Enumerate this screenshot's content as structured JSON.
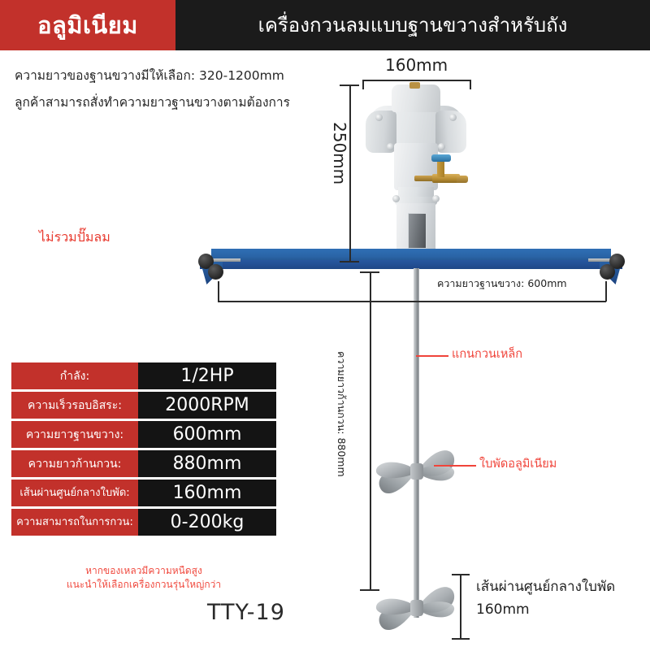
{
  "header": {
    "brand": "อลูมิเนียม",
    "title": "เครื่องกวนลมแบบฐานขวางสำหรับถัง",
    "brand_bg": "#c2312b",
    "bar_bg": "#1b1b1b"
  },
  "intro": {
    "line1": "ความยาวของฐานขวางมีให้เลือก: 320-1200mm",
    "line2": "ลูกค้าสามารถสั่งทำความยาวฐานขวางตามต้องการ"
  },
  "notes": {
    "no_air_pump": "ไม่รวมปั๊มลม",
    "color": "#e8392e"
  },
  "spec_table": {
    "rows": [
      {
        "key": "กำลัง:",
        "value": "1/2HP"
      },
      {
        "key": "ความเร็วรอบอิสระ:",
        "value": "2000RPM"
      },
      {
        "key": "ความยาวฐานขวาง:",
        "value": "600mm"
      },
      {
        "key": "ความยาวก้านกวน:",
        "value": "880mm"
      },
      {
        "key": "เส้นผ่านศูนย์กลางใบพัด:",
        "value": "160mm"
      },
      {
        "key": "ความสามารถในการกวน:",
        "value": "0-200kg"
      }
    ],
    "key_bg": "#c2312b",
    "value_bg": "#141414"
  },
  "footnote": {
    "line1": "หากของเหลวมีความหนืดสูง",
    "line2": "แนะนำให้เลือกเครื่องกวนรุ่นใหญ่กว่า",
    "color": "#f04a3f"
  },
  "model": {
    "code": "TTY-19"
  },
  "dimensions": {
    "motor_width": "160mm",
    "motor_height": "250mm",
    "crossbar_length": "ความยาวฐานขวาง: 600mm",
    "shaft_length": "ความยาวก้านกวน: 880mm",
    "propeller_diameter_line1": "เส้นผ่านศูนย์กลางใบพัด",
    "propeller_diameter_line2": "160mm"
  },
  "callouts": {
    "shaft": "แกนกวนเหล็ก",
    "propeller": "ใบพัดอลูมิเนียม"
  }
}
